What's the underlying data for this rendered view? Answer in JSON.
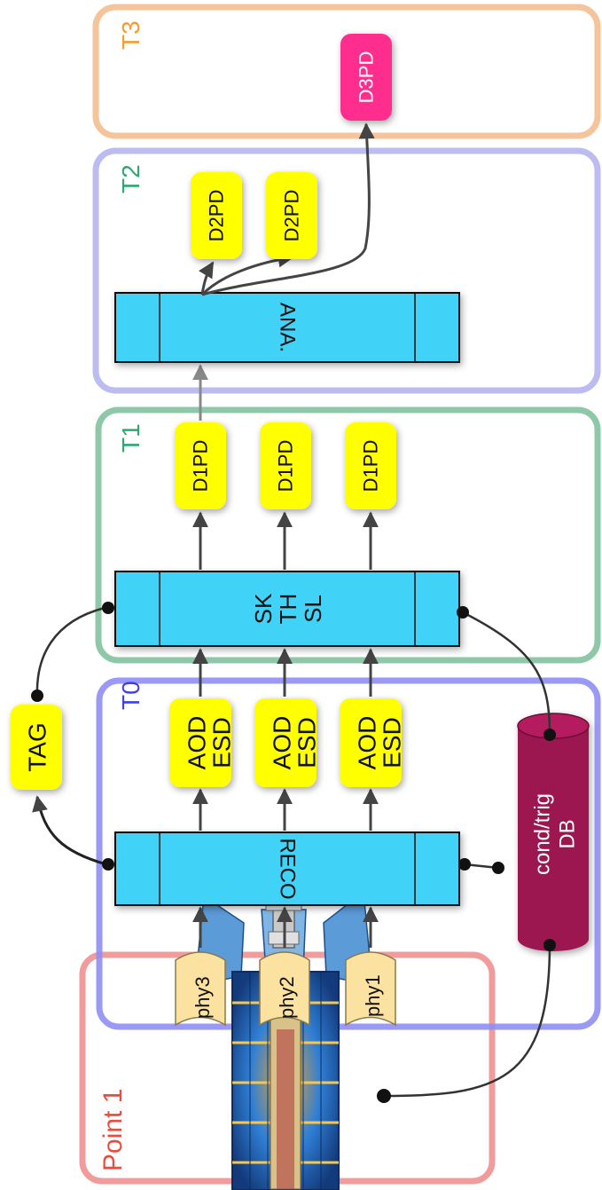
{
  "regions": {
    "point1": {
      "label": "Point 1",
      "color": "#f08080"
    },
    "t0": {
      "label": "T0",
      "color": "#8f8ff0"
    },
    "t1": {
      "label": "T1",
      "color": "#8fc8a8"
    },
    "t2": {
      "label": "T2",
      "color": "#b8b8f0"
    },
    "t3": {
      "label": "T3",
      "color": "#f5c49a"
    }
  },
  "processors": {
    "reco": {
      "label": "RECO"
    },
    "skim": {
      "lines": [
        "SK",
        "TH",
        "SL"
      ]
    },
    "ana": {
      "label": "ANA."
    }
  },
  "streams": [
    "phy3",
    "phy2",
    "phy1"
  ],
  "aod_esd": [
    {
      "top": "AOD",
      "bottom": "ESD"
    },
    {
      "top": "AOD",
      "bottom": "ESD"
    },
    {
      "top": "AOD",
      "bottom": "ESD"
    }
  ],
  "d1pd": [
    "D1PD",
    "D1PD",
    "D1PD"
  ],
  "d2pd": [
    "D2PD",
    "D2PD"
  ],
  "d3pd": "D3PD",
  "tag": "TAG",
  "database": {
    "line1": "cond/trig",
    "line2": "DB"
  },
  "colors": {
    "processor_fill": "#41d2f7",
    "product_fill": "#ffff00",
    "stream_fill": "#fbe2a0",
    "db_fill": "#9c1450",
    "d3pd_fill": "#ff2d8e",
    "arrow": "#444444"
  }
}
